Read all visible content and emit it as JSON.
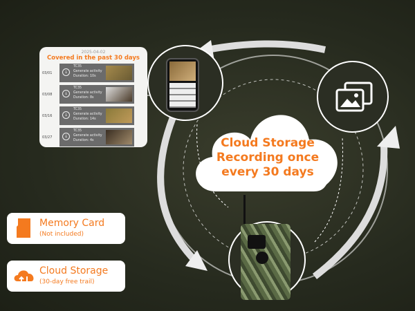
{
  "timeline": {
    "date": "2025-04-02",
    "title": "Covered in the past 30 days",
    "entries": [
      {
        "date": "03/01",
        "camera": "TC35",
        "event": "Generate activity",
        "duration": "Duration: 10s"
      },
      {
        "date": "03/08",
        "camera": "TC35",
        "event": "Generate activity",
        "duration": "Duration: 8s"
      },
      {
        "date": "03/16",
        "camera": "TC35",
        "event": "Generate activity",
        "duration": "Duration: 14s"
      },
      {
        "date": "03/27",
        "camera": "TC35",
        "event": "Generate activity",
        "duration": "Duration: 4s"
      }
    ]
  },
  "cloud": {
    "line1": "Cloud Storage",
    "line2": "Recording once",
    "line3": "every 30 days"
  },
  "options": [
    {
      "title": "Memory Card",
      "subtitle": "(Not included)",
      "icon": "sd-card-icon"
    },
    {
      "title": "Cloud Storage",
      "subtitle": "(30-day free trail)",
      "icon": "cloud-sync-icon"
    }
  ],
  "colors": {
    "accent": "#f47a1f",
    "background": "#2b2e22"
  }
}
